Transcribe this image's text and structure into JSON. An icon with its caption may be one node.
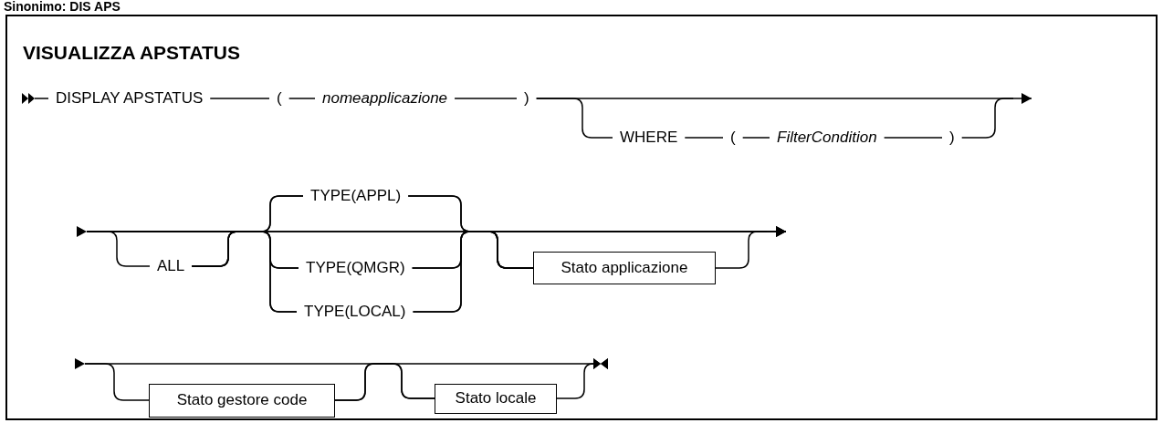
{
  "diagram": {
    "title": "VISUALIZZA APSTATUS",
    "nodes": [
      {
        "text": [
          "DISPLAY APSTATUS"
        ]
      },
      {
        "text": [
          "("
        ]
      },
      {
        "text": [
          "nomeapplicazione"
        ]
      },
      {
        "text": [
          ")"
        ]
      },
      {
        "text": [
          "WHERE"
        ]
      },
      {
        "text": [
          "("
        ]
      },
      {
        "text": [
          "FilterCondition"
        ]
      },
      {
        "text": [
          ")"
        ]
      },
      {
        "text": [
          "TYPE(APPL)"
        ]
      },
      {
        "text": [
          "ALL"
        ]
      },
      {
        "text": [
          "TYPE(QMGR)"
        ]
      },
      {
        "text": [
          "TYPE(LOCAL)"
        ]
      },
      {
        "text": [
          "Stato applicazione"
        ]
      },
      {
        "text": [
          "Stato gestore code"
        ]
      },
      {
        "text": [
          "Stato locale"
        ]
      },
      {
        "text": [],
        "shape": "triangle"
      },
      {
        "text": [],
        "shape": "triangle"
      },
      {
        "text": [],
        "shape": "triangle"
      }
    ],
    "edges": [
      {
        "from": 15,
        "to": 0,
        "arrow": "none"
      },
      {
        "from": 0,
        "to": 1,
        "arrow": "none"
      },
      {
        "from": 1,
        "to": 2,
        "arrow": "none"
      },
      {
        "from": 2,
        "to": 3,
        "arrow": "none"
      },
      {
        "from": 3,
        "to": null,
        "arrow": "to"
      },
      {
        "from": 3,
        "to": 4,
        "arrow": "none"
      },
      {
        "from": 4,
        "to": 5,
        "arrow": "none"
      },
      {
        "from": 5,
        "to": 6,
        "arrow": "none"
      },
      {
        "from": 6,
        "to": 7,
        "arrow": "none"
      },
      {
        "from": 7,
        "to": null,
        "arrow": "none"
      },
      {
        "from": 16,
        "to": 9,
        "arrow": "none"
      },
      {
        "from": 16,
        "to": 8,
        "arrow": "none"
      },
      {
        "from": 16,
        "to": 10,
        "arrow": "none"
      },
      {
        "from": 16,
        "to": 11,
        "arrow": "none"
      },
      {
        "from": 9,
        "to": 8,
        "arrow": "none"
      },
      {
        "from": 9,
        "to": 10,
        "arrow": "none"
      },
      {
        "from": 9,
        "to": 11,
        "arrow": "none"
      },
      {
        "from": 8,
        "to": 12,
        "arrow": "none"
      },
      {
        "from": 10,
        "to": 12,
        "arrow": "none"
      },
      {
        "from": 11,
        "to": 12,
        "arrow": "none"
      },
      {
        "from": 8,
        "to": null,
        "arrow": "to"
      },
      {
        "from": 10,
        "to": null,
        "arrow": "to"
      },
      {
        "from": 11,
        "to": null,
        "arrow": "to"
      },
      {
        "from": 12,
        "to": null,
        "arrow": "none"
      },
      {
        "from": 16,
        "to": 12,
        "arrow": "none"
      },
      {
        "from": 9,
        "to": 12,
        "arrow": "none"
      },
      {
        "from": 17,
        "to": 13,
        "arrow": "none"
      },
      {
        "from": 17,
        "to": 14,
        "arrow": "none"
      },
      {
        "from": 13,
        "to": 14,
        "arrow": "none"
      },
      {
        "from": 13,
        "to": null,
        "arrow": "to"
      },
      {
        "from": 14,
        "to": null,
        "arrow": "to"
      }
    ],
    "labels": [
      "Sinonimo: DIS APS"
    ]
  }
}
